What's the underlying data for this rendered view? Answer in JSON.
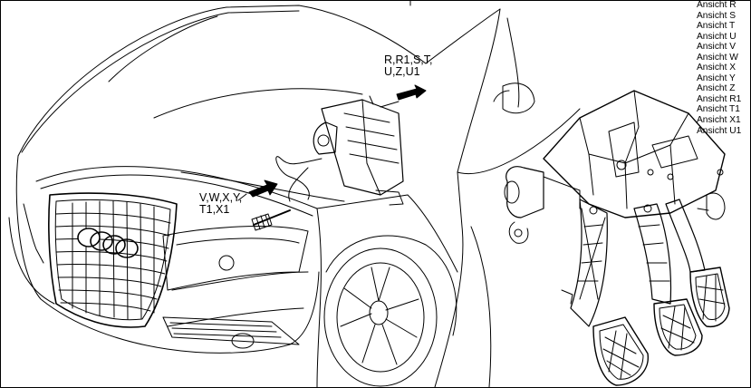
{
  "callouts": {
    "upper": {
      "line1": "R,R1,S,T,",
      "line2": "U,Z,U1"
    },
    "lower": {
      "line1": "V,W,X,Y,",
      "line2": "T1,X1"
    }
  },
  "view_list": [
    "Ansicht R",
    "Ansicht S",
    "Ansicht T",
    "Ansicht U",
    "Ansicht V",
    "Ansicht W",
    "Ansicht X",
    "Ansicht Y",
    "Ansicht Z",
    "Ansicht R1",
    "Ansicht T1",
    "Ansicht X1",
    "Ansicht U1"
  ],
  "colors": {
    "line": "#000000",
    "background": "#ffffff"
  }
}
